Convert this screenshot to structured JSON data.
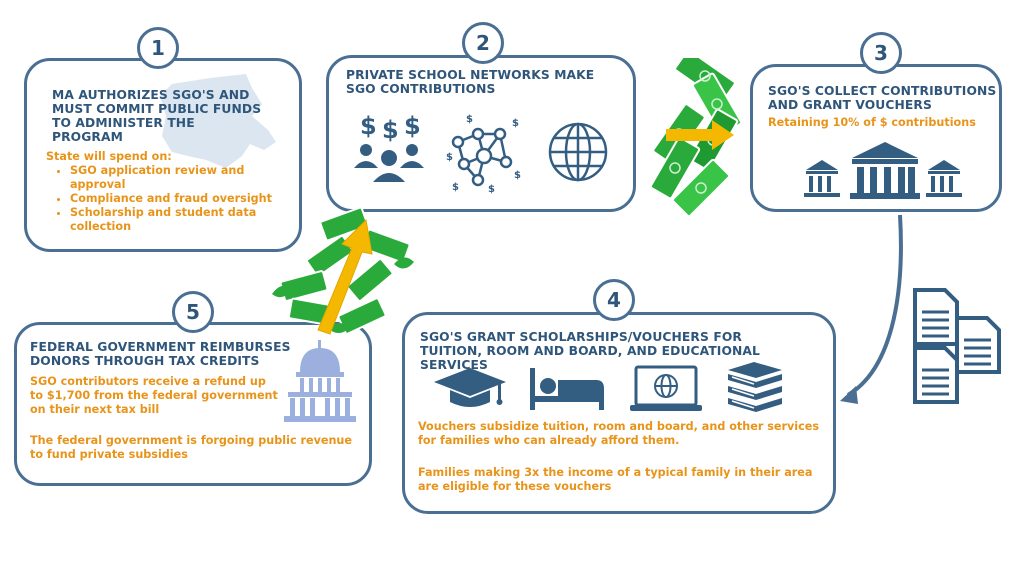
{
  "step1": {
    "number": "1",
    "title": "MA AUTHORIZES SGO'S AND MUST COMMIT PUBLIC FUNDS TO ADMINISTER THE PROGRAM",
    "intro": "State will spend on:",
    "items": [
      "SGO application review and approval",
      "Compliance and fraud oversight",
      "Scholarship and student data collection"
    ]
  },
  "step2": {
    "number": "2",
    "title": "PRIVATE SCHOOL NETWORKS MAKE SGO CONTRIBUTIONS"
  },
  "step3": {
    "number": "3",
    "title": "SGO'S  COLLECT  CONTRIBUTIONS AND GRANT VOUCHERS",
    "note": "Retaining 10% of $ contributions"
  },
  "step4": {
    "number": "4",
    "title": "SGO'S GRANT SCHOLARSHIPS/VOUCHERS FOR TUITION, ROOM AND BOARD, AND EDUCATIONAL SERVICES",
    "para1": "Vouchers subsidize tuition, room and board, and other services for families who can already afford them.",
    "para2": "Families making 3x the income of a  typical family in their area are eligible for these vouchers"
  },
  "step5": {
    "number": "5",
    "title": "FEDERAL GOVERNMENT REIMBURSES DONORS THROUGH TAX CREDITS",
    "para1": "SGO contributors receive a refund up to $1,700 from the federal government on their next tax bill",
    "para2": "The federal government is forgoing public revenue to fund private subsidies"
  },
  "colors": {
    "border": "#4a6f92",
    "title": "#2f567a",
    "accent": "#e8941a",
    "money": "#2aaa3a",
    "arrow": "#f5b800",
    "map": "#dbe6f1",
    "capitol": "#9bb0de"
  },
  "icons": [
    "massachusetts-map-icon",
    "donors-icon",
    "network-icon",
    "globe-icon",
    "money-icon",
    "bank-icon",
    "documents-icon",
    "graduation-cap-icon",
    "bed-icon",
    "laptop-icon",
    "books-icon",
    "capitol-icon",
    "arrow-icon"
  ]
}
